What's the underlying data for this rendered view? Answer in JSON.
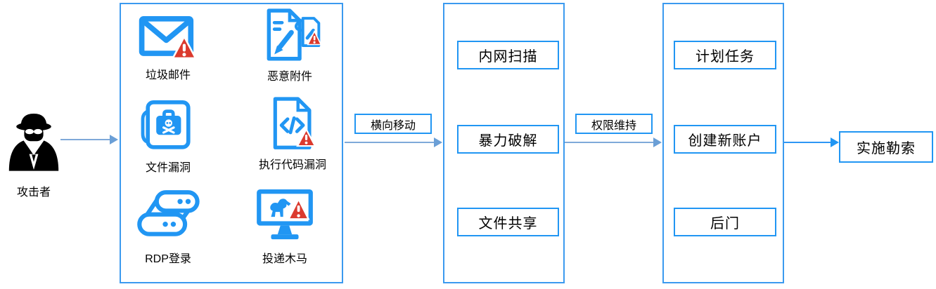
{
  "colors": {
    "accent_blue": "#2196F3",
    "box_border_blue": "#3B9AEF",
    "arrow_light_blue": "#7FA9D9",
    "arrow_bright_blue": "#2196F3",
    "warning_red": "#DB3A2E",
    "attacker_black": "#000000"
  },
  "attacker": {
    "label": "攻击者",
    "icon": "spy-icon"
  },
  "stage1": {
    "items": [
      {
        "label": "垃圾邮件",
        "icon": "mail-warning-icon"
      },
      {
        "label": "恶意附件",
        "icon": "attachment-warning-icon"
      },
      {
        "label": "文件漏洞",
        "icon": "file-exploit-icon"
      },
      {
        "label": "执行代码漏洞",
        "icon": "code-exploit-icon"
      },
      {
        "label": "RDP登录",
        "icon": "server-drives-icon"
      },
      {
        "label": "投递木马",
        "icon": "trojan-monitor-icon"
      }
    ]
  },
  "transition1": {
    "label": "横向移动"
  },
  "stage2": {
    "items": [
      {
        "label": "内网扫描"
      },
      {
        "label": "暴力破解"
      },
      {
        "label": "文件共享"
      }
    ]
  },
  "transition2": {
    "label": "权限维持"
  },
  "stage3": {
    "items": [
      {
        "label": "计划任务"
      },
      {
        "label": "创建新账户"
      },
      {
        "label": "后门"
      }
    ]
  },
  "final": {
    "label": "实施勒索"
  }
}
